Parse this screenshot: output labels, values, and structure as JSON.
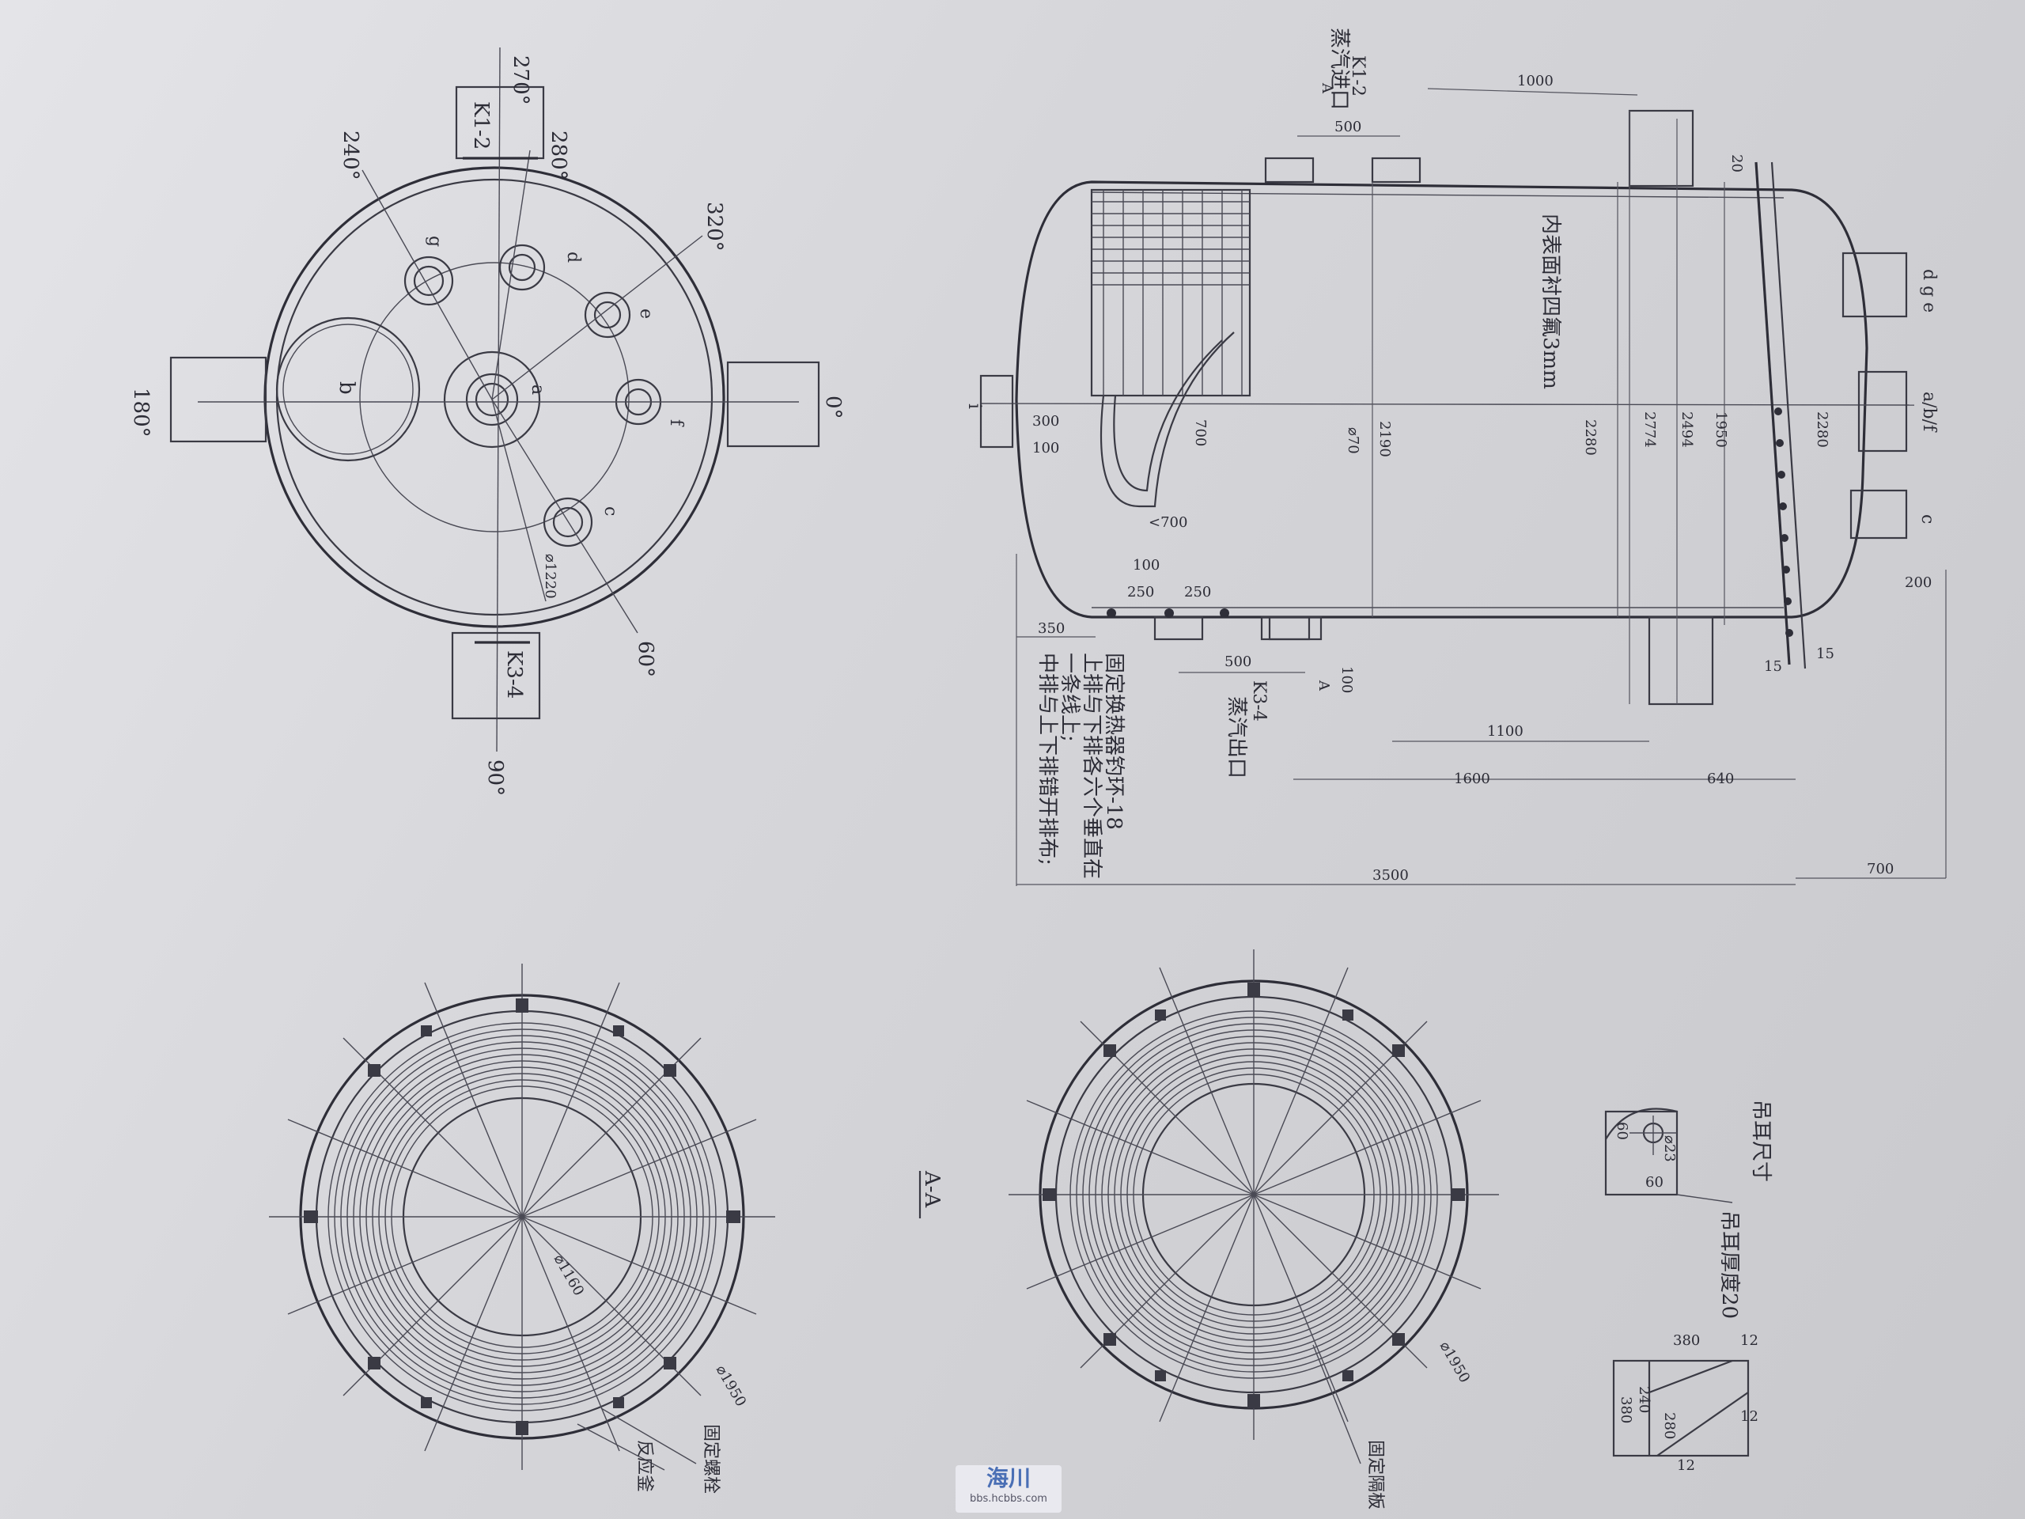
{
  "watermark": {
    "title": "海川",
    "url": "bbs.hcbbs.com"
  },
  "colors": {
    "paper": "#d6d6da",
    "ink": "#2e2e38",
    "watermark_text": "#4a6fb5"
  },
  "top_view": {
    "angle_0": "0°",
    "angle_60": "60°",
    "angle_90": "90°",
    "angle_180": "180°",
    "angle_240": "240°",
    "angle_270": "270°",
    "angle_280": "280°",
    "angle_320": "320°",
    "nozzle_k12": "K1-2",
    "nozzle_k34": "K3-4",
    "label_a": "a",
    "label_b": "b",
    "label_c": "c",
    "label_d": "d",
    "label_e": "e",
    "label_f": "f",
    "label_g": "g",
    "dia_1220": "⌀1220"
  },
  "side_view": {
    "steam_inlet_title": "K1-2",
    "steam_inlet_label": "蒸汽进口",
    "steam_outlet_title": "K3-4",
    "steam_outlet_label": "蒸汽出口",
    "lining_note": "内表面衬四氟3mm",
    "section_mark": "A",
    "nozzle_i": "i",
    "nozzle_dge": "d g e",
    "nozzle_abf": "a/b/f",
    "nozzle_c": "c",
    "dim_1000": "1000",
    "dim_500_top": "500",
    "dim_20": "20",
    "dim_300": "300",
    "dim_100_left": "100",
    "dim_700_coil": "700",
    "dim_lt700": "<700",
    "dim_d70": "⌀70",
    "dim_2190": "2190",
    "dim_2280": "2280",
    "dim_2774": "2774",
    "dim_2494": "2494",
    "dim_1950": "1950",
    "dim_2280_right": "2280",
    "dim_100_a": "100",
    "dim_250_a": "250",
    "dim_250_b": "250",
    "dim_350": "350",
    "dim_500_bottom": "500",
    "dim_100_b": "100",
    "dim_15_a": "15",
    "dim_15_b": "15",
    "dim_200": "200",
    "dim_1100": "1100",
    "dim_1600": "1600",
    "dim_640": "640",
    "dim_3500": "3500",
    "dim_700_total": "700",
    "note_1": "固定换热器钓环-18",
    "note_2": "上排与下排各六个垂直在",
    "note_3": "一条线上;",
    "note_4": "中排与上下排错开排布;"
  },
  "section_views": {
    "left_dia_1160": "⌀1160",
    "left_dia_1950": "⌀1950",
    "left_label_1": "固定螺栓",
    "left_label_2": "反应釜",
    "aa_label": "A-A",
    "right_dia_1950": "⌀1950",
    "right_label": "固定隔板"
  },
  "lug_detail": {
    "title": "吊耳尺寸",
    "thickness": "吊耳厚度20",
    "dim_60_a": "60",
    "dim_60_b": "60",
    "dim_d23": "⌀23",
    "dim_380_a": "380",
    "dim_380_b": "380",
    "dim_240": "240",
    "dim_280": "280",
    "dim_12_a": "12",
    "dim_12_b": "12",
    "dim_12_c": "12"
  }
}
